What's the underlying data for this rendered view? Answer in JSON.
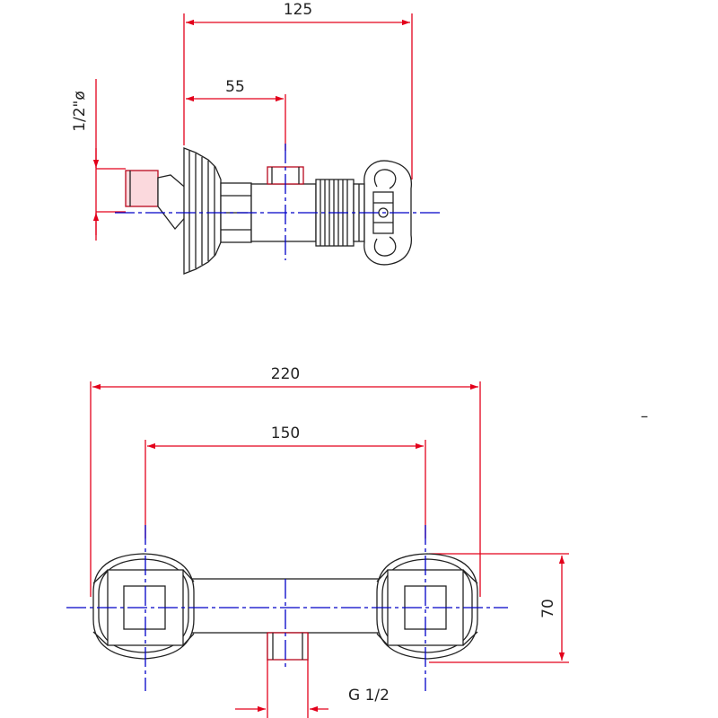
{
  "colors": {
    "outline": "#222222",
    "dimension": "#e3001b",
    "centerline": "#0000c8",
    "background": "#ffffff"
  },
  "side_view": {
    "dim_overall": "125",
    "dim_spout": "55",
    "dim_pipe": "1/2\"ø"
  },
  "front_view": {
    "dim_overall": "220",
    "dim_centers": "150",
    "dim_height": "70",
    "dim_outlet": "G 1/2"
  },
  "mark": "–"
}
